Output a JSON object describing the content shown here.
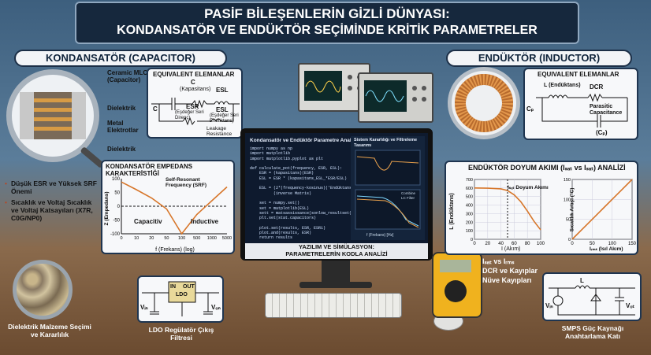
{
  "header": {
    "line1": "PASİF BİLEŞENLERİN GİZLİ DÜNYASI:",
    "line2": "KONDANSATÖR VE ENDÜKTÖR SEÇİMİNDE KRİTİK PARAMETRELER"
  },
  "capacitor": {
    "title": "KONDANSATÖR (CAPACITOR)",
    "cutaway_labels": [
      "Ceramic MLCC (Capacitor)",
      "Dielektrik",
      "Metal Elektrotlar",
      "Dielektrik"
    ],
    "equiv": {
      "title": "EQUIVALENT ELEMANLAR",
      "c_top": "C",
      "c_top_sub": "(Kapasitans)",
      "esl": "ESL",
      "c_left": "C",
      "esr": "ESR",
      "esr_sub": "(Eşdeğer Seri Direnç)",
      "esl2": "ESL",
      "esl2_sub": "(Eşdeğer Seri Endüktans)",
      "leak": "Leakage Resistance"
    },
    "chart_title": "KONDANSATÖR EMPEDANS KARAKTERİSTİĞİ",
    "srf_label": "Self-Resonant Frequency (SRF)",
    "region_left": "Capacitiv",
    "region_right": "Inductive",
    "bullets": [
      "Düşük ESR ve Yüksek SRF Önemi",
      "Sıcaklık ve Voltaj Sıcaklık ve Voltaj Katsayıları (X7R, C0G/NP0)"
    ],
    "dielectric_caption": "Dielektrik Malzeme Seçimi ve Kararlılık",
    "ldo": {
      "in": "IN",
      "out": "OUT",
      "ldo": "LDO",
      "vin": "Vᵢₙ",
      "vout": "Vₒₙ",
      "caption": "LDO Regülatör Çıkış Filtresi"
    }
  },
  "inductor": {
    "title": "ENDÜKTÖR (INDUCTOR)",
    "equiv": {
      "title": "EQUIVALENT ELEMANLAR",
      "l": "L (Endüktans)",
      "dcr": "DCR",
      "cp_left": "Cₚ",
      "parasitic": "Parasitic Capacitance",
      "cp_bottom": "(Cₚ)"
    },
    "chart_title": "ENDÜKTÖR DOYUM AKIMI (Iₛₐₜ vs Iₛₐₜ) ANALİZİ",
    "left_ylabel": "L (Endüktans)",
    "left_xlabel": "I (Akım)",
    "sat_label": "Iₛₐₜ Doyum Akımı",
    "right_ylabel": "Sıcaklık Artışı (°C)",
    "right_xlabel": "Iᵣₘₛ (Isıl Akım)",
    "bullets": [
      "Iₛₐₜ vs Iᵣₘₛ",
      "DCR ve Kayıplar",
      "Nüve Kayıpları"
    ],
    "smps": {
      "l": "L",
      "vin": "Vᵢₙ",
      "vout": "Vₒₜ",
      "caption": "SMPS Güç Kaynağı Anahtarlama Katı"
    }
  },
  "monitor": {
    "code_title": "Kondansatör ve Endüktör Parametre Analizi",
    "code_lines": [
      "import numpy as np",
      "import matplotlib",
      "import matplotlib.pyplot as plt",
      "",
      "def calculate_pot(frequency, ESR, ESL):",
      "    ESR = (kapasitans)(ESR)",
      "    ESL = ESR * (kapasitans_ESL_*ESR/ESL)",
      "",
      "    ESL = (2*(frequency-kosinus)('Endüktans'))",
      "          (inverse Matris)",
      "",
      "    set = numpy.set()",
      "    set = matplotlib(ESL)",
      "    sett = matsassissance(sonlow_resultset())",
      "    plt.set(stat.capacitors)",
      "",
      "    plot.set(results, ESR, ESR1)",
      "    plot.and(results, ESR)",
      "    return results"
    ],
    "chart_title": "Sistem Kararlılığı ve Filtreleme Tasarımı",
    "bottom_xlabel": "f (Frekans) [Hz]",
    "legend": [
      "Combine",
      "LC Filter"
    ],
    "caption1": "YAZILIM VE SİMÜLASYON:",
    "caption2": "PARAMETRELERİN KODLA ANALİZİ"
  },
  "chart_data": [
    {
      "type": "line",
      "title": "KONDANSATÖR EMPEDANS KARAKTERİSTİĞİ",
      "xlabel": "f (Frekans) (log)",
      "ylabel": "Z (Empedans)",
      "yticks": [
        100,
        50,
        0,
        -50,
        -100
      ],
      "xticks": [
        0,
        10,
        20,
        50,
        100,
        500,
        1000,
        5000
      ],
      "series": [
        {
          "x": [
            0,
            10,
            20,
            50,
            100,
            500,
            1000,
            5000
          ],
          "y": [
            88,
            60,
            30,
            -10,
            -100,
            -30,
            20,
            70
          ]
        }
      ]
    },
    {
      "type": "line",
      "title": "ENDÜKTÖR DOYUM AKIMI",
      "xlabel": "I (Akım)",
      "ylabel": "L (Endüktans)",
      "xticks": [
        0,
        20,
        40,
        60,
        80,
        100
      ],
      "yticks": [
        0,
        100,
        200,
        300,
        400,
        500,
        600,
        700
      ],
      "xlim": [
        0,
        100
      ],
      "ylim": [
        0,
        700
      ],
      "series": [
        {
          "x": [
            0,
            20,
            40,
            50,
            60,
            70,
            80,
            90,
            100
          ],
          "y": [
            600,
            598,
            590,
            570,
            520,
            440,
            330,
            210,
            110
          ]
        }
      ]
    },
    {
      "type": "line",
      "title": "Sıcaklık Artışı",
      "xlabel": "Iᵣₘₛ (Isıl Akım)",
      "ylabel": "Sıcaklık Artışı (°C)",
      "xticks": [
        0,
        50,
        100,
        150
      ],
      "yticks": [
        0,
        50,
        100,
        150
      ],
      "xlim": [
        0,
        150
      ],
      "ylim": [
        0,
        150
      ],
      "series": [
        {
          "x": [
            0,
            25,
            50,
            75,
            100,
            125,
            150
          ],
          "y": [
            0,
            25,
            50,
            75,
            100,
            125,
            150
          ]
        }
      ]
    }
  ]
}
